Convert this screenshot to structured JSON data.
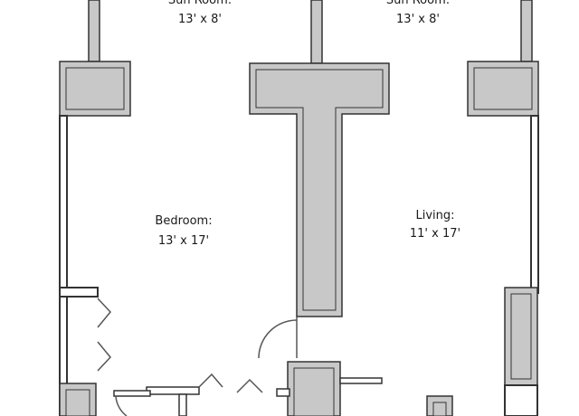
{
  "colors": {
    "wall_fill": "#c8c8c8",
    "wall_stroke": "#333333",
    "door_stroke": "#555555",
    "background": "#ffffff",
    "text": "#1a1a1a"
  },
  "rooms": {
    "sunroom_left": {
      "name": "Sun Room:",
      "size": "13' x 8'"
    },
    "sunroom_right": {
      "name": "Sun Room:",
      "size": "13' x 8'"
    },
    "bedroom": {
      "name": "Bedroom:",
      "size": "13' x 17'"
    },
    "living": {
      "name": "Living:",
      "size": "11' x 17'"
    }
  }
}
